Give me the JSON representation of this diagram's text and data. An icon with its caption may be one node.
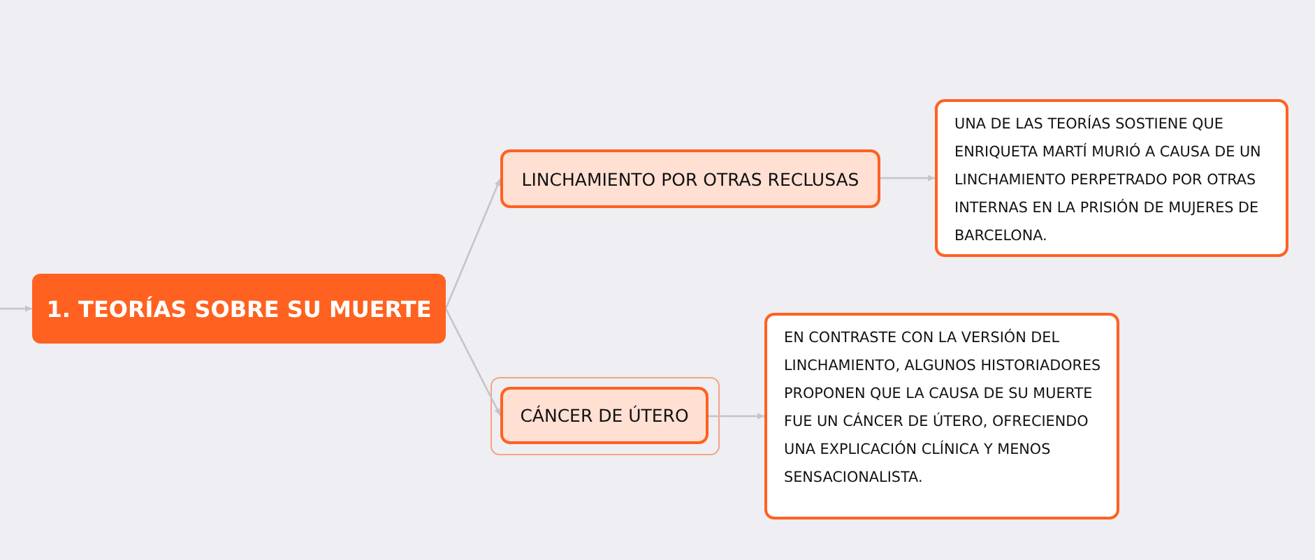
{
  "diagram": {
    "nodes": [
      {
        "text": [
          "1. TEORÍAS SOBRE SU MUERTE"
        ]
      },
      {
        "text": [
          "LINCHAMIENTO POR OTRAS RECLUSAS"
        ]
      },
      {
        "text": [
          "UNA DE LAS TEORÍAS SOSTIENE QUE ENRIQUETA MARTÍ MURIÓ A CAUSA DE UN LINCHAMIENTO PERPETRADO POR OTRAS INTERNAS EN LA PRISIÓN DE MUJERES DE BARCELONA."
        ]
      },
      {
        "text": [
          "CÁNCER DE ÚTERO"
        ]
      },
      {
        "text": [
          "EN CONTRASTE CON LA VERSIÓN DEL LINCHAMIENTO, ALGUNOS HISTORIADORES PROPONEN QUE LA CAUSA DE SU MUERTE FUE UN CÁNCER DE ÚTERO, OFRECIENDO UNA EXPLICACIÓN CLÍNICA Y MENOS SENSACIONALISTA."
        ]
      }
    ],
    "edges": [
      {
        "from": null,
        "to": 0,
        "arrow": "to"
      },
      {
        "from": 0,
        "to": 1,
        "arrow": "to"
      },
      {
        "from": 1,
        "to": 2,
        "arrow": "to"
      },
      {
        "from": 0,
        "to": 3,
        "arrow": "to"
      },
      {
        "from": 3,
        "to": 4,
        "arrow": "to"
      }
    ]
  }
}
